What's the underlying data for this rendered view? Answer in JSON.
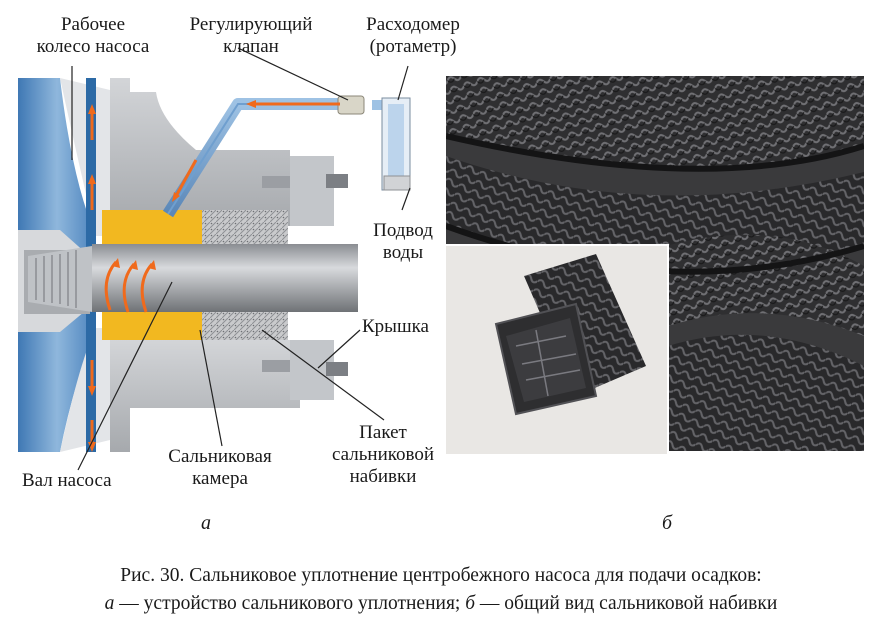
{
  "labels": {
    "impeller": [
      "Рабочее",
      "колесо насоса"
    ],
    "valve": [
      "Регулирующий",
      "клапан"
    ],
    "flowmeter": [
      "Расходомер",
      "(ротаметр)"
    ],
    "water_inlet": [
      "Подвод",
      "воды"
    ],
    "cover": "Крышка",
    "shaft": "Вал насоса",
    "chamber": [
      "Сальниковая",
      "камера"
    ],
    "packing": [
      "Пакет",
      "сальниковой",
      "набивки"
    ]
  },
  "subfig_labels": {
    "a": "а",
    "b": "б"
  },
  "caption": {
    "line1": "Рис. 30. Сальниковое уплотнение центробежного насоса для подачи осадков:",
    "line2_a": "а",
    "line2_a_text": " — устройство сальникового уплотнения; ",
    "line2_b": "б",
    "line2_b_text": " — общий вид сальниковой набивки"
  },
  "colors": {
    "impeller_blue": "#5b8fc2",
    "housing_gray": "#b9bcc0",
    "chamber_yellow": "#f2b820",
    "flow_arrow": "#f06a1c",
    "packing_dark": "#2b2b2d"
  }
}
